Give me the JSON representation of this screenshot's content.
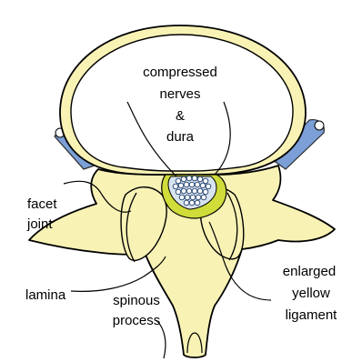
{
  "labels": {
    "compressed": "compressed",
    "nerves": "nerves",
    "amp": "&",
    "dura": "dura",
    "facet": "facet",
    "joint": "joint",
    "lamina": "lamina",
    "spinous": "spinous",
    "process": "process",
    "enlarged": "enlarged",
    "yellow": "yellow",
    "ligament": "ligament"
  },
  "colors": {
    "bone": "#f8f2b5",
    "vessel": "#7b9fd6",
    "ligament": "#cfdc3a",
    "outline": "#000000"
  }
}
